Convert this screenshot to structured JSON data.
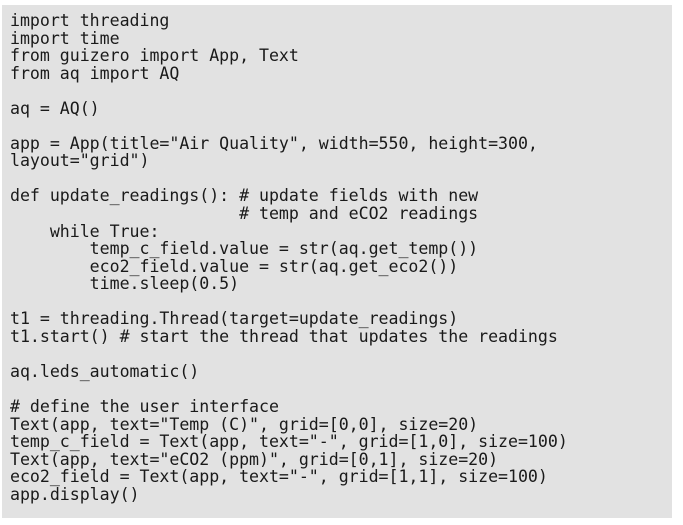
{
  "document": {
    "type": "source-code-listing",
    "language": "python",
    "background_color": "#e2e2e2",
    "page_color": "#ffffff",
    "text_color": "#1a1a1a"
  },
  "code": {
    "lines": [
      "import threading",
      "import time",
      "from guizero import App, Text",
      "from aq import AQ",
      "",
      "aq = AQ()",
      "",
      "app = App(title=\"Air Quality\", width=550, height=300,",
      "layout=\"grid\")",
      "",
      "def update_readings(): # update fields with new",
      "                       # temp and eCO2 readings",
      "    while True:",
      "        temp_c_field.value = str(aq.get_temp())",
      "        eco2_field.value = str(aq.get_eco2())",
      "        time.sleep(0.5)",
      "",
      "t1 = threading.Thread(target=update_readings)",
      "t1.start() # start the thread that updates the readings",
      "",
      "aq.leds_automatic()",
      "",
      "# define the user interface",
      "Text(app, text=\"Temp (C)\", grid=[0,0], size=20)",
      "temp_c_field = Text(app, text=\"-\", grid=[1,0], size=100)",
      "Text(app, text=\"eCO2 (ppm)\", grid=[0,1], size=20)",
      "eco2_field = Text(app, text=\"-\", grid=[1,1], size=100)",
      "app.display()"
    ]
  }
}
